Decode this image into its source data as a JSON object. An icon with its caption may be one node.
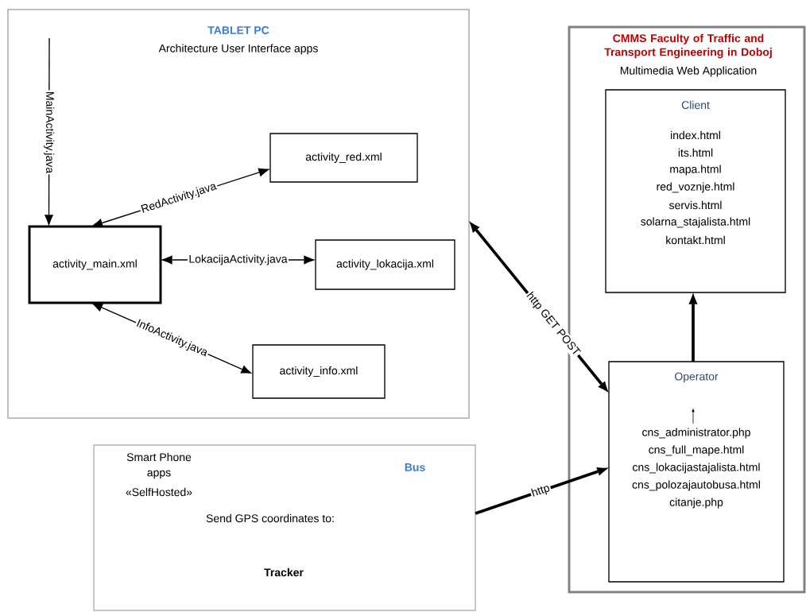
{
  "diagram": {
    "nodes": [
      {
        "text": [
          "TABLET PC",
          "Architecture User Interface apps"
        ]
      },
      {
        "text": [
          "activity_main.xml"
        ],
        "in": 0
      },
      {
        "text": [
          "activity_red.xml"
        ],
        "in": 0
      },
      {
        "text": [
          "activity_lokacija.xml"
        ],
        "in": 0
      },
      {
        "text": [
          "activity_info.xml"
        ],
        "in": 0
      },
      {
        "text": [
          "CMMS Faculty of Traffic and Transport Engineering in Doboj",
          "Multimedia Web Application"
        ]
      },
      {
        "text": [
          "Client",
          "index.html",
          "its.html",
          "mapa.html",
          "red_voznje.html",
          "servis.html",
          "solarna_stajalista.html",
          "kontakt.html"
        ],
        "in": 5
      },
      {
        "text": [
          "Operator",
          "cns_administrator.php",
          "cns_full_mape.html",
          "cns_lokacijastajalista.html",
          "cns_polozajautobusa.html",
          "citanje.php"
        ],
        "in": 5
      },
      {
        "text": [
          "Smart Phone",
          "Bus",
          "apps",
          "«SelfHosted»",
          "Send GPS coordinates to:",
          "Tracker"
        ]
      }
    ],
    "edges": [
      {
        "from": null,
        "to": 1,
        "arrow": "to",
        "label": "MainActivity.java"
      },
      {
        "from": 1,
        "to": 2,
        "arrow": "both",
        "label": "RedActivity.java"
      },
      {
        "from": 1,
        "to": 3,
        "arrow": "both",
        "label": "LokacijaActivity.java"
      },
      {
        "from": 1,
        "to": 4,
        "arrow": "both",
        "label": "InfoActivity.java"
      },
      {
        "from": 0,
        "to": 7,
        "arrow": "both",
        "label": "http GET POST",
        "style": "thick"
      },
      {
        "from": 7,
        "to": 6,
        "arrow": "to",
        "style": "thick"
      },
      {
        "from": 8,
        "to": 7,
        "arrow": "to",
        "label": "http",
        "style": "thick"
      }
    ]
  }
}
